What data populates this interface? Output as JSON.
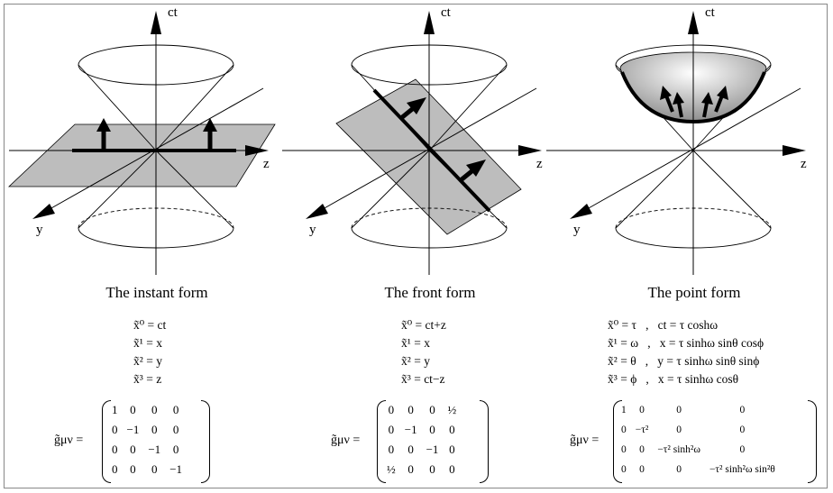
{
  "axes": {
    "time": "ct",
    "z": "z",
    "y": "y"
  },
  "panels": [
    {
      "title": "The instant form",
      "equations": [
        {
          "lhs": "x̃⁰",
          "rhs": "ct"
        },
        {
          "lhs": "x̃¹",
          "rhs": "x"
        },
        {
          "lhs": "x̃²",
          "rhs": "y"
        },
        {
          "lhs": "x̃³",
          "rhs": "z"
        }
      ],
      "metric_label": "g̃μν =",
      "matrix": [
        [
          "1",
          "0",
          "0",
          "0"
        ],
        [
          "0",
          "−1",
          "0",
          "0"
        ],
        [
          "0",
          "0",
          "−1",
          "0"
        ],
        [
          "0",
          "0",
          "0",
          "−1"
        ]
      ]
    },
    {
      "title": "The front form",
      "equations": [
        {
          "lhs": "x̃⁰",
          "rhs": "ct+z"
        },
        {
          "lhs": "x̃¹",
          "rhs": "x"
        },
        {
          "lhs": "x̃²",
          "rhs": "y"
        },
        {
          "lhs": "x̃³",
          "rhs": "ct−z"
        }
      ],
      "metric_label": "g̃μν =",
      "matrix": [
        [
          "0",
          "0",
          "0",
          "½"
        ],
        [
          "0",
          "−1",
          "0",
          "0"
        ],
        [
          "0",
          "0",
          "−1",
          "0"
        ],
        [
          "½",
          "0",
          "0",
          "0"
        ]
      ]
    },
    {
      "title": "The point form",
      "equations": [
        {
          "lhs": "x̃⁰",
          "rhs": "τ",
          "sep": ",",
          "rel": "ct = τ coshω"
        },
        {
          "lhs": "x̃¹",
          "rhs": "ω",
          "sep": ",",
          "rel": "x = τ sinhω sinθ cosϕ"
        },
        {
          "lhs": "x̃²",
          "rhs": "θ",
          "sep": ",",
          "rel": "y = τ sinhω sinθ sinϕ"
        },
        {
          "lhs": "x̃³",
          "rhs": "ϕ",
          "sep": ",",
          "rel": "x = τ sinhω cosθ"
        }
      ],
      "metric_label": "g̃μν =",
      "matrix": [
        [
          "1",
          "0",
          "0",
          "0"
        ],
        [
          "0",
          "−τ²",
          "0",
          "0"
        ],
        [
          "0",
          "0",
          "−τ² sinh²ω",
          "0"
        ],
        [
          "0",
          "0",
          "0",
          "−τ² sinh²ω sin²θ"
        ]
      ]
    }
  ]
}
